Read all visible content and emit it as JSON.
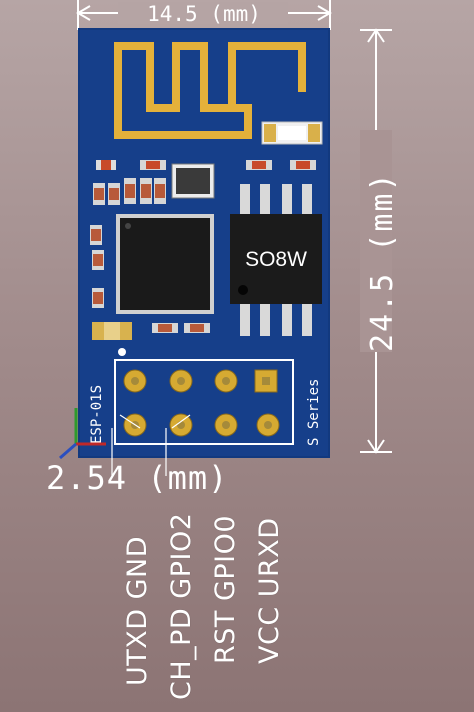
{
  "dimensions": {
    "width_label": "14.5 (mm)",
    "height_label": "24.5 (mm)",
    "pitch_label": "2.54 (mm)"
  },
  "board": {
    "model_label": "ESP-01S",
    "series_label": "S Series",
    "chip_label": "SO8W"
  },
  "pin_labels": {
    "col1": "UTXD  GND",
    "col2": "CH_PD  GPIO2",
    "col3": "RST  GPIO0",
    "col4": "VCC  URXD"
  },
  "colors": {
    "background": "#a99494",
    "pcb": "#143d86",
    "antenna": "#e5b23a",
    "silkscreen": "#ffffff",
    "chip": "#151515"
  }
}
